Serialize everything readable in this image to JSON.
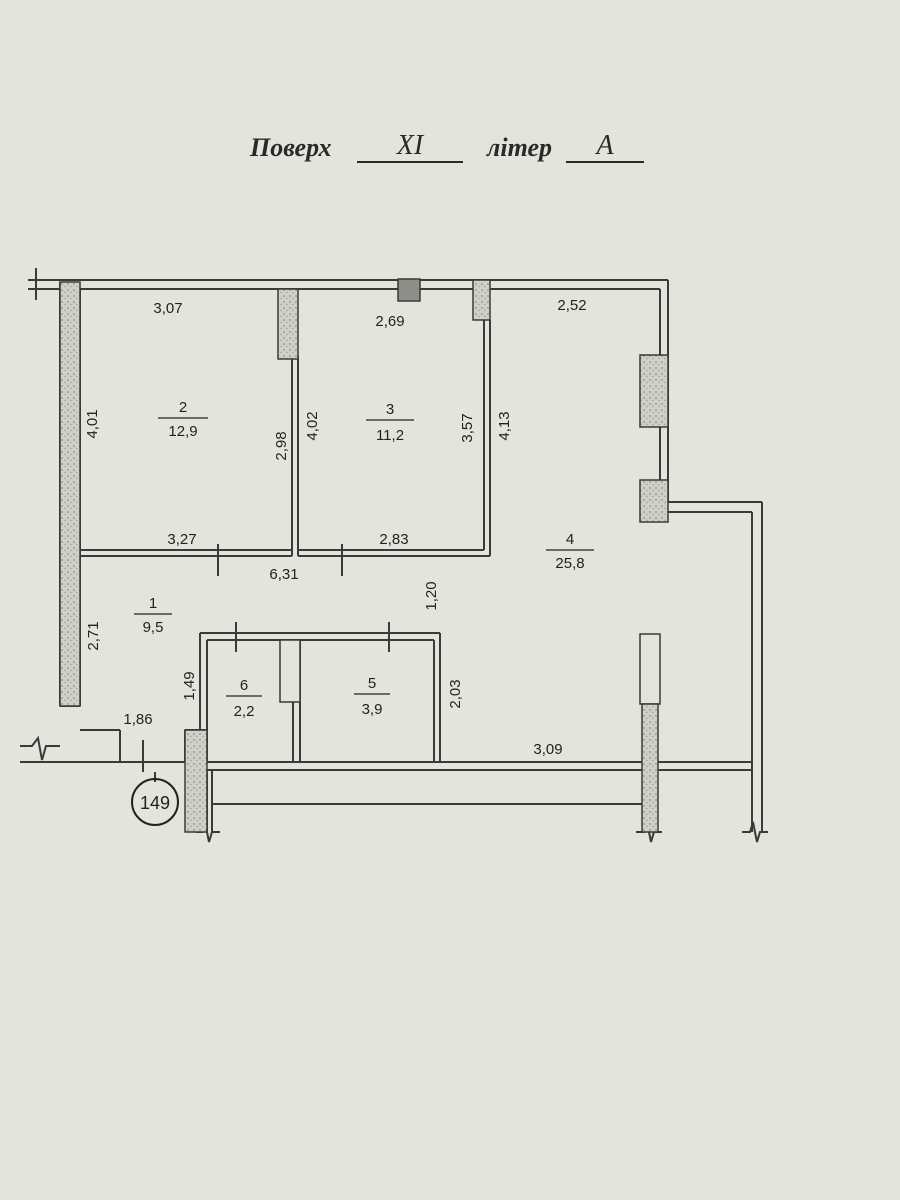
{
  "header": {
    "floor_label": "Поверх",
    "floor_value": "XI",
    "letter_label": "літер",
    "letter_value": "А"
  },
  "rooms": [
    {
      "id": "2",
      "num": "2",
      "area": "12,9"
    },
    {
      "id": "3",
      "num": "3",
      "area": "11,2"
    },
    {
      "id": "4",
      "num": "4",
      "area": "25,8"
    },
    {
      "id": "1",
      "num": "1",
      "area": "9,5"
    },
    {
      "id": "6",
      "num": "6",
      "area": "2,2"
    },
    {
      "id": "5",
      "num": "5",
      "area": "3,9"
    }
  ],
  "dimensions": {
    "r2_top": "3,07",
    "r3_top": "2,69",
    "r4_top": "2,52",
    "r2_left": "4,01",
    "r2_right": "2,98",
    "r3_left": "4,02",
    "r3_right": "3,57",
    "r4_left": "4,13",
    "r2_bottom": "3,27",
    "r3_bottom": "2,83",
    "corridor": "6,31",
    "r1_vert": "1,20",
    "r1_left": "2,71",
    "r6_left": "1,49",
    "r5_right": "2,03",
    "r1_bottom": "1,86",
    "r4_bottom": "3,09"
  },
  "apartment_number": "149"
}
